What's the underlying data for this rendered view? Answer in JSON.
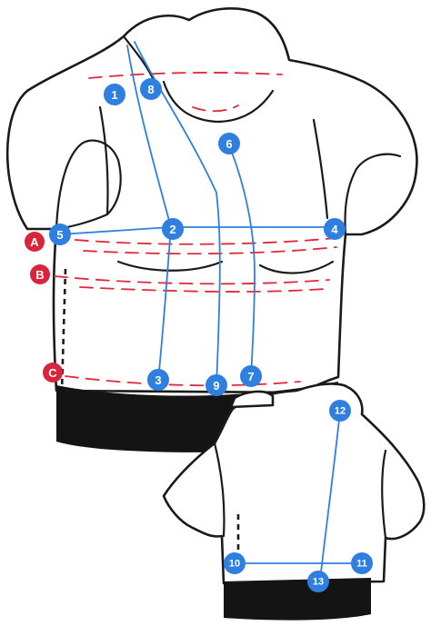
{
  "colors": {
    "measure_blue": "#2f7fe0",
    "marker_blue": "#2f7fe0",
    "guide_red": "#e0283a",
    "marker_red": "#d8253a",
    "outline": "#1a1a1a",
    "band": "#141414"
  },
  "markers": {
    "blue": [
      "1",
      "2",
      "3",
      "4",
      "5",
      "6",
      "7",
      "8",
      "9",
      "10",
      "11",
      "12",
      "13"
    ],
    "red": [
      "A",
      "B",
      "C"
    ]
  }
}
